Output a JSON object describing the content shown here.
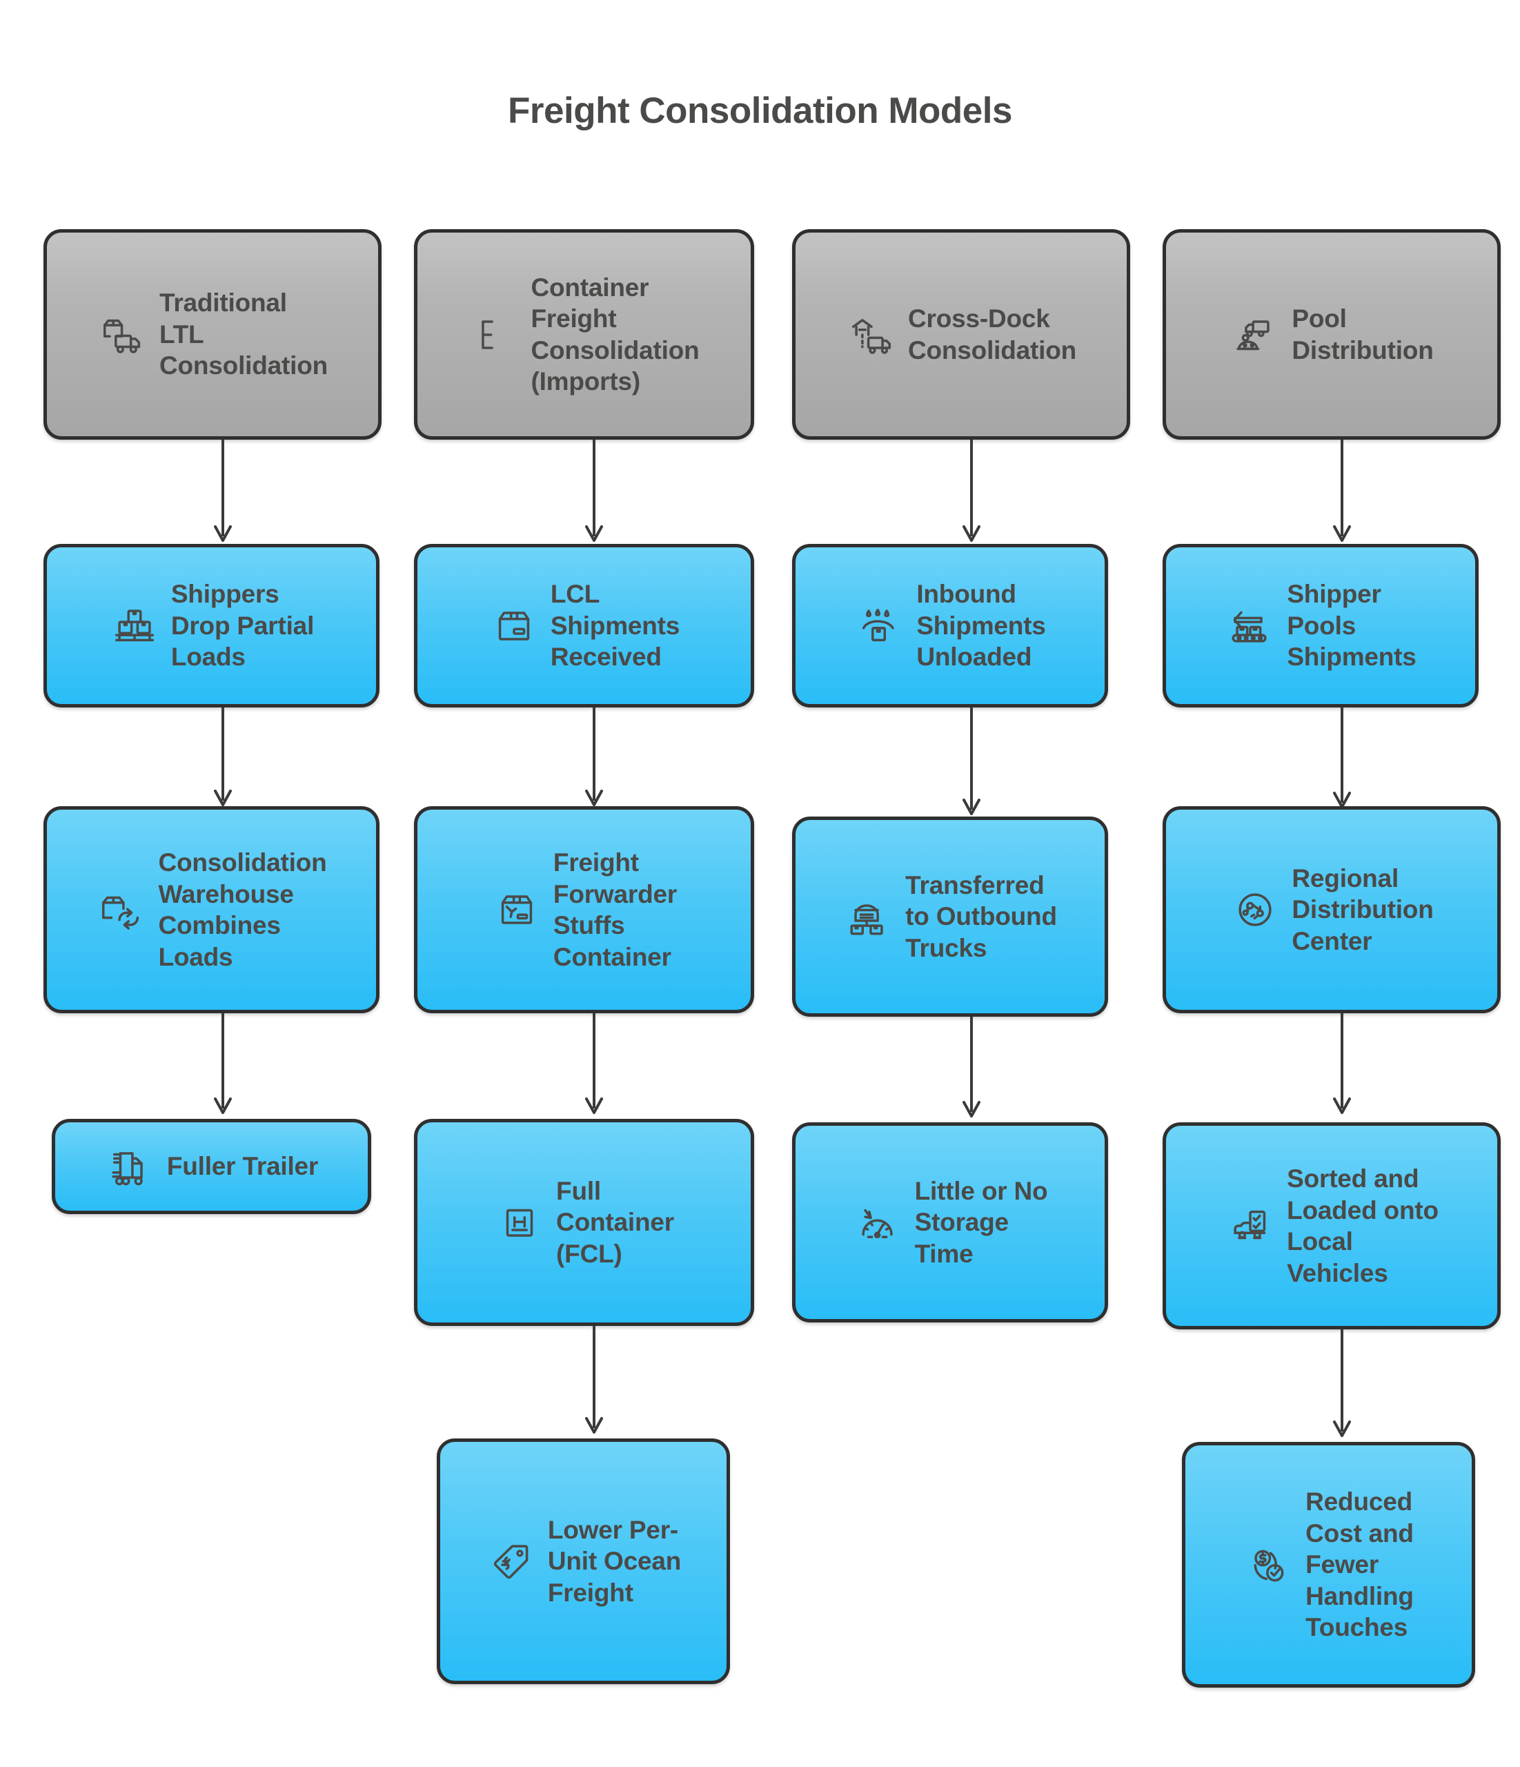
{
  "title": "Freight Consolidation Models",
  "theme": {
    "background": "#ffffff",
    "header_node_fill_top": "#c3c3c3",
    "header_node_fill_bottom": "#a6a6a6",
    "step_node_fill_top": "#6fd4f8",
    "step_node_fill_bottom": "#29bdf7",
    "node_border": "#2f2f2f",
    "text": "#4a4a48",
    "connector": "#3a3a3a"
  },
  "diagram": {
    "type": "flowchart",
    "orientation": "top-to-bottom",
    "columns": [
      {
        "id": "traditional-ltl",
        "header": {
          "label": "Traditional\nLTL\nConsolidation",
          "icon": "box-truck-icon"
        },
        "steps": [
          {
            "label": "Shippers\nDrop Partial\nLoads",
            "icon": "pallet-boxes-icon"
          },
          {
            "label": "Consolidation\nWarehouse\nCombines\nLoads",
            "icon": "box-recycle-icon"
          },
          {
            "label": "Fuller Trailer",
            "icon": "semi-truck-icon"
          }
        ]
      },
      {
        "id": "container-freight",
        "header": {
          "label": "Container\nFreight\nConsolidation\n(Imports)",
          "icon": "bracket-container-icon"
        },
        "steps": [
          {
            "label": "LCL\nShipments\nReceived",
            "icon": "package-box-icon"
          },
          {
            "label": "Freight\nForwarder\nStuffs\nContainer",
            "icon": "stuffed-box-icon"
          },
          {
            "label": "Full\nContainer\n(FCL)",
            "icon": "container-h-icon"
          },
          {
            "label": "Lower Per-\nUnit Ocean\nFreight",
            "icon": "price-tag-icon"
          }
        ]
      },
      {
        "id": "cross-dock",
        "header": {
          "label": "Cross-Dock\nConsolidation",
          "icon": "warehouse-truck-icon"
        },
        "steps": [
          {
            "label": "Inbound\nShipments\nUnloaded",
            "icon": "box-umbrella-icon"
          },
          {
            "label": "Transferred\nto Outbound\nTrucks",
            "icon": "warehouse-distribution-icon"
          },
          {
            "label": "Little or No\nStorage\nTime",
            "icon": "gauge-down-icon"
          }
        ]
      },
      {
        "id": "pool-distribution",
        "header": {
          "label": "Pool\nDistribution",
          "icon": "truck-dome-icon"
        },
        "steps": [
          {
            "label": "Shipper\nPools\nShipments",
            "icon": "conveyor-arrow-icon"
          },
          {
            "label": "Regional\nDistribution\nCenter",
            "icon": "globe-network-icon"
          },
          {
            "label": "Sorted and\nLoaded onto\nLocal\nVehicles",
            "icon": "vehicle-checklist-icon"
          },
          {
            "label": "Reduced\nCost and\nFewer\nHandling\nTouches",
            "icon": "dollar-check-icon"
          }
        ]
      }
    ]
  }
}
